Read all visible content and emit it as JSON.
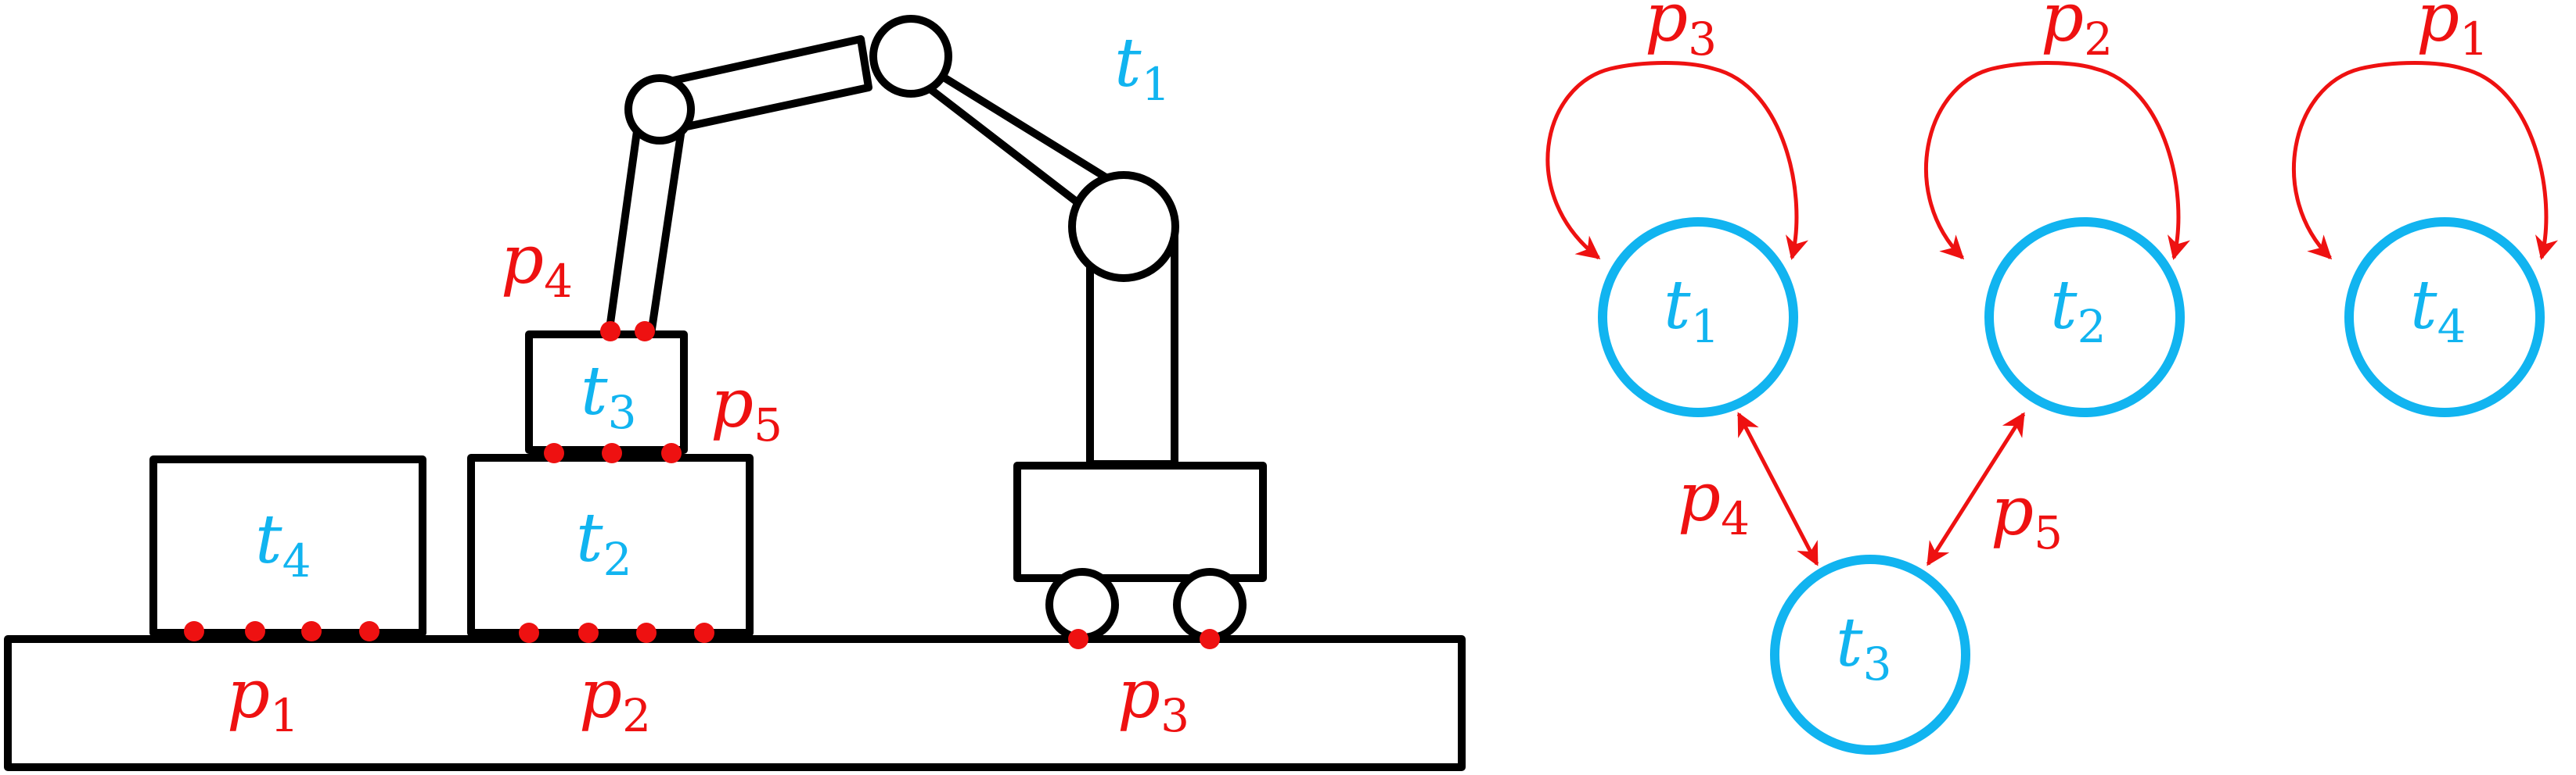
{
  "colors": {
    "object_label": "#11b4f0",
    "contact_label": "#ee1111",
    "outline": "#000000"
  },
  "scene": {
    "objects": [
      {
        "id": "t1",
        "base": "t",
        "sub": "1"
      },
      {
        "id": "t2",
        "base": "t",
        "sub": "2"
      },
      {
        "id": "t3",
        "base": "t",
        "sub": "3"
      },
      {
        "id": "t4",
        "base": "t",
        "sub": "4"
      }
    ],
    "contacts": [
      {
        "id": "p1",
        "base": "p",
        "sub": "1"
      },
      {
        "id": "p2",
        "base": "p",
        "sub": "2"
      },
      {
        "id": "p3",
        "base": "p",
        "sub": "3"
      },
      {
        "id": "p4",
        "base": "p",
        "sub": "4"
      },
      {
        "id": "p5",
        "base": "p",
        "sub": "5"
      }
    ]
  },
  "graph": {
    "nodes": [
      {
        "id": "t1",
        "base": "t",
        "sub": "1"
      },
      {
        "id": "t2",
        "base": "t",
        "sub": "2"
      },
      {
        "id": "t3",
        "base": "t",
        "sub": "3"
      },
      {
        "id": "t4",
        "base": "t",
        "sub": "4"
      }
    ],
    "edges": [
      {
        "from": "t1",
        "to": "t1",
        "base": "p",
        "sub": "3",
        "kind": "self-loop"
      },
      {
        "from": "t2",
        "to": "t2",
        "base": "p",
        "sub": "2",
        "kind": "self-loop"
      },
      {
        "from": "t4",
        "to": "t4",
        "base": "p",
        "sub": "1",
        "kind": "self-loop"
      },
      {
        "from": "t1",
        "to": "t3",
        "base": "p",
        "sub": "4",
        "kind": "bidirectional"
      },
      {
        "from": "t2",
        "to": "t3",
        "base": "p",
        "sub": "5",
        "kind": "bidirectional"
      }
    ]
  }
}
